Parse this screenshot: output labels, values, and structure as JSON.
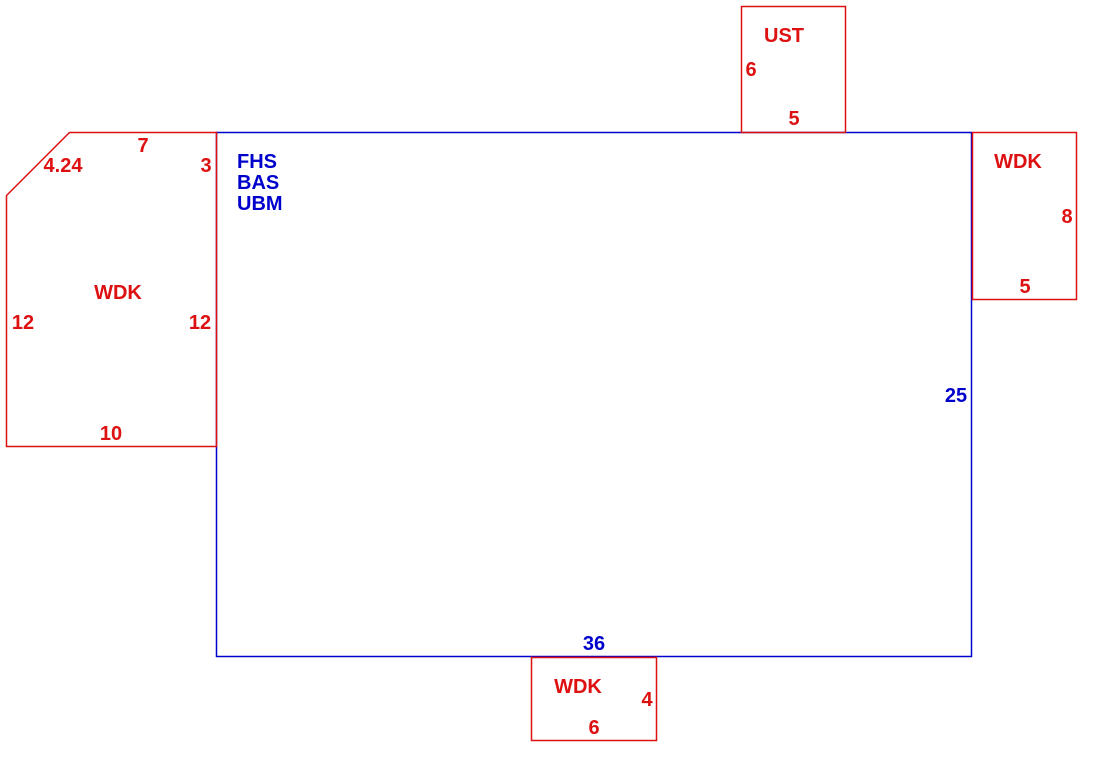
{
  "colors": {
    "main_outline": "#0000cc",
    "addition_outline": "#dd1111",
    "background": "#ffffff"
  },
  "main_area": {
    "codes": [
      "FHS",
      "BAS",
      "UBM"
    ],
    "width_label": "36",
    "depth_label": "25"
  },
  "wdk_left": {
    "code": "WDK",
    "top_label": "7",
    "diagonal_label": "4.24",
    "right_top_label": "3",
    "left_label": "12",
    "right_label": "12",
    "bottom_label": "10"
  },
  "ust_top": {
    "code": "UST",
    "side_label": "6",
    "bottom_label": "5"
  },
  "wdk_right": {
    "code": "WDK",
    "side_label": "8",
    "bottom_label": "5"
  },
  "wdk_bottom": {
    "code": "WDK",
    "side_label": "4",
    "bottom_label": "6"
  }
}
